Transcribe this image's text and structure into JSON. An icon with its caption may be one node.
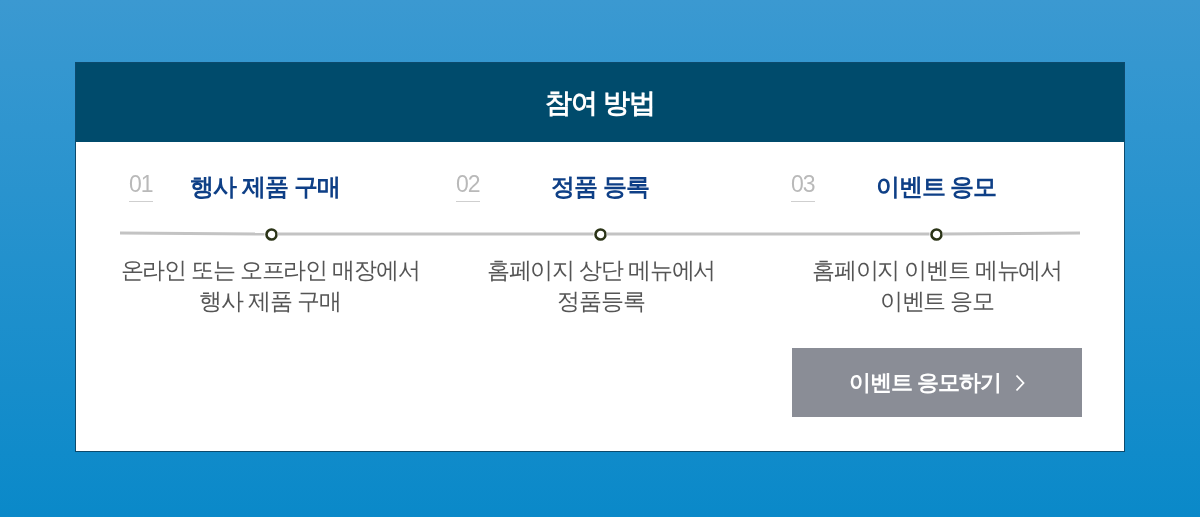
{
  "diagram": {
    "nodes": [
      {
        "text": [
          "참여 방법"
        ]
      },
      {
        "text": [],
        "shape": "circle",
        "in": 0,
        "beside": [
          "01",
          "행사 제품 구매",
          "온라인 또는 오프라인 매장에서 행사 제품 구매"
        ]
      },
      {
        "text": [],
        "shape": "circle",
        "in": 0,
        "beside": [
          "02",
          "정품 등록",
          "홈페이지 상단 메뉴에서 정품등록"
        ]
      },
      {
        "text": [],
        "shape": "circle",
        "in": 0,
        "beside": [
          "03",
          "이벤트 응모",
          "홈페이지 이벤트 메뉴에서 이벤트 응모"
        ]
      },
      {
        "text": [
          "이벤트 응모하기"
        ],
        "in": 0
      }
    ],
    "edges": [
      {
        "from": null,
        "to": 1,
        "arrow": "none"
      },
      {
        "from": 1,
        "to": 2,
        "arrow": "none"
      },
      {
        "from": 2,
        "to": 3,
        "arrow": "none"
      },
      {
        "from": 3,
        "to": null,
        "arrow": "none"
      }
    ]
  }
}
